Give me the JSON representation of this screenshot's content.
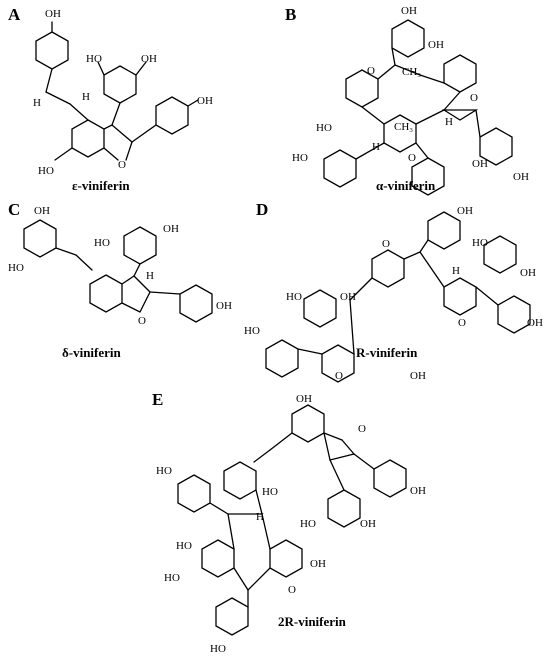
{
  "panels": [
    {
      "letter": "A",
      "name": "ε-viniferin"
    },
    {
      "letter": "B",
      "name": "α-viniferin"
    },
    {
      "letter": "C",
      "name": "δ-viniferin"
    },
    {
      "letter": "D",
      "name": "R-viniferin"
    },
    {
      "letter": "E",
      "name": "2R-viniferin"
    }
  ],
  "atoms": {
    "hydroxyl": "OH",
    "hydroxyl_left": "HO",
    "oxygen": "O",
    "hydrogen": "H",
    "methyl": "CH₃"
  }
}
